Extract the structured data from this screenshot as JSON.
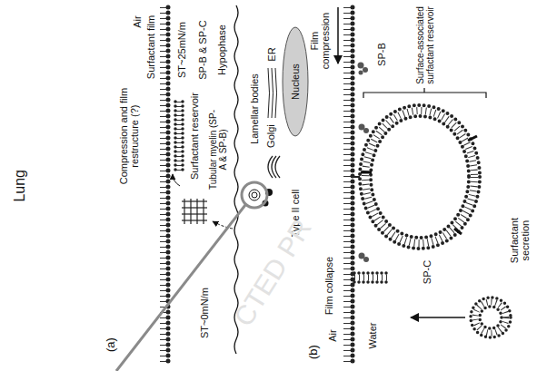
{
  "diagram": {
    "title": "Lung",
    "labels": [
      "(a)",
      "Air",
      "Surfactant film",
      "ST~25mN/m",
      "SP-B & SP-C",
      "Hypophase",
      "Compression and film restructure (?)",
      "Surfactant reservoir",
      "Tubular myelin (SP-A & SP-B)",
      "Lamellar bodies",
      "Type II cell",
      "Golgi",
      "ER",
      "Nucleus",
      "ST~0mN/m",
      "(b)",
      "Film compression",
      "SP-B",
      "Surface-associated surfactant reservoir",
      "Film collapse",
      "SP-C",
      "Surfactant secretion",
      "Air",
      "Water",
      "CTED PR"
    ]
  }
}
